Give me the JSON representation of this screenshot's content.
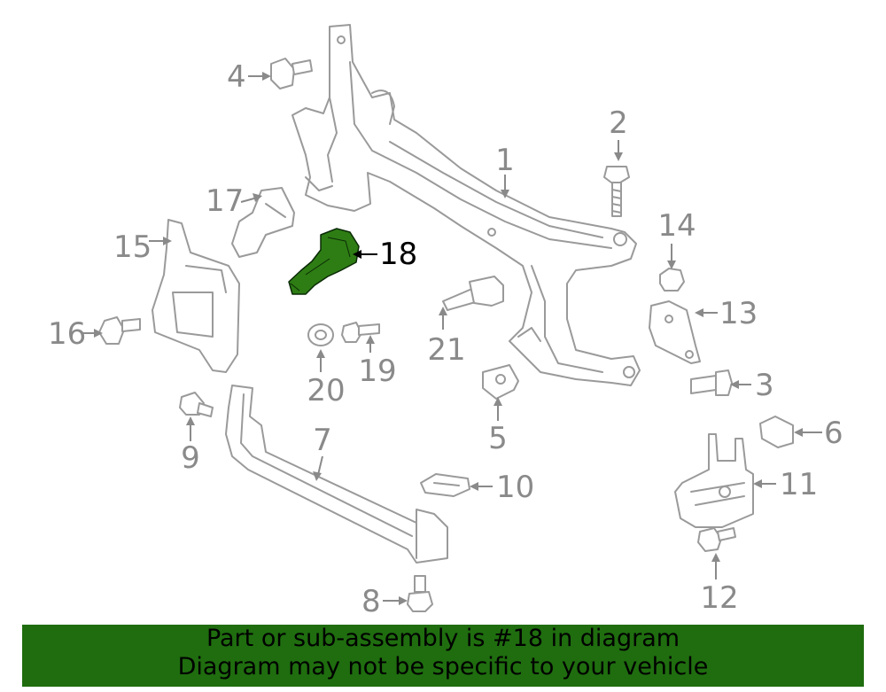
{
  "callouts": {
    "c1": "1",
    "c2": "2",
    "c3": "3",
    "c4": "4",
    "c5": "5",
    "c6": "6",
    "c7": "7",
    "c8": "8",
    "c9": "9",
    "c10": "10",
    "c11": "11",
    "c12": "12",
    "c13": "13",
    "c14": "14",
    "c15": "15",
    "c16": "16",
    "c17": "17",
    "c18": "18",
    "c19": "19",
    "c20": "20",
    "c21": "21"
  },
  "highlight": {
    "part": "18",
    "color": "#2e7d14"
  },
  "banner": {
    "line1": "Part or sub-assembly is #18 in diagram",
    "line2": "Diagram may not be specific to your vehicle",
    "background": "#1f6d0f"
  }
}
